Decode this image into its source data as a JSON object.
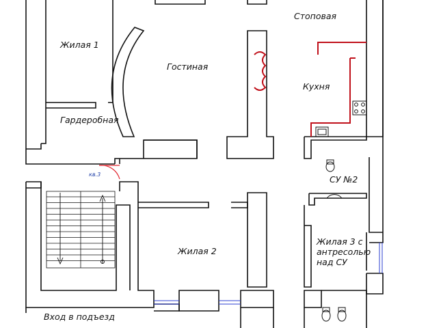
{
  "rooms": {
    "living1": "Жилая  1",
    "wardrobe": "Гардеробная",
    "lounge": "Гостиная",
    "dining": "Стоповая",
    "kitchen": "Кухня",
    "bath2": "СУ №2",
    "living2": "Жилая  2",
    "living3": "Жилая 3 с антресолью над СУ",
    "entrance": "Вход в  подъезд",
    "stair_door": "кв.3"
  },
  "colors": {
    "wall": "#111111",
    "kitchen_wall": "#c0101a",
    "window": "#2b3fd1",
    "door_arc": "#e0202a"
  },
  "icons": [
    "stove-icon",
    "sink-icon",
    "toilet-icon",
    "stair-arrow-icon"
  ]
}
